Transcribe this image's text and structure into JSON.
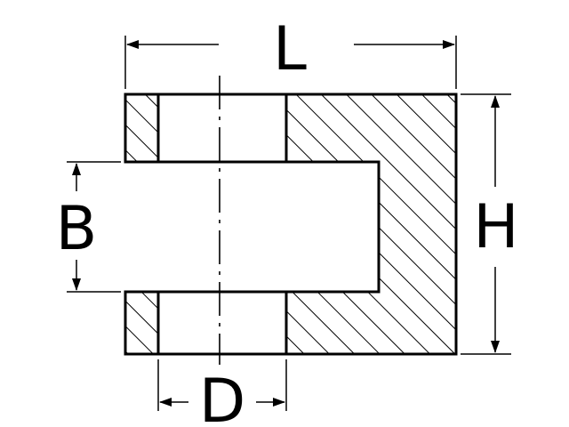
{
  "dimensions": {
    "length": {
      "label": "L"
    },
    "height": {
      "label": "H"
    },
    "slot_width": {
      "label": "B"
    },
    "hole_diameter": {
      "label": "D"
    }
  },
  "colors": {
    "stroke": "#000000",
    "background": "#ffffff"
  }
}
